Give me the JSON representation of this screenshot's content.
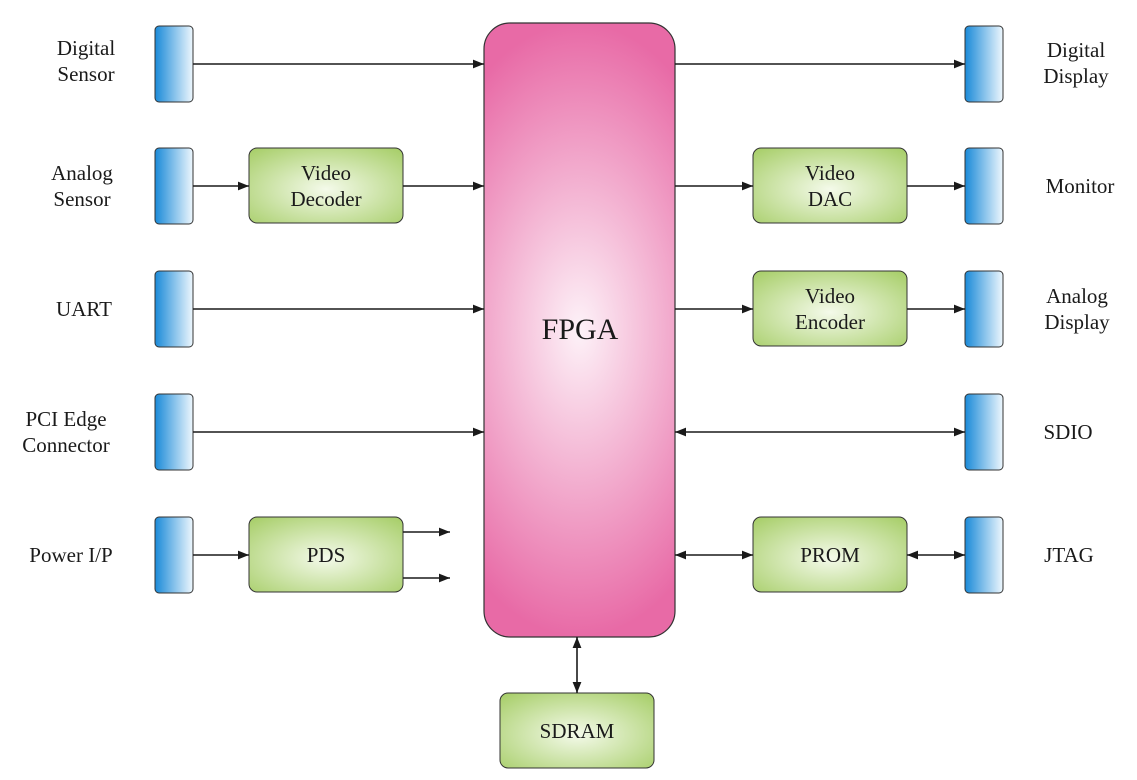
{
  "fpga": {
    "label": "FPGA"
  },
  "left": {
    "digital_sensor": [
      "Digital",
      "Sensor"
    ],
    "analog_sensor": [
      "Analog",
      "Sensor"
    ],
    "uart": [
      "UART"
    ],
    "pci": [
      "PCI Edge",
      "Connector"
    ],
    "power": [
      "Power I/P"
    ]
  },
  "right": {
    "digital_display": [
      "Digital",
      "Display"
    ],
    "monitor": [
      "Monitor"
    ],
    "analog_display": [
      "Analog",
      "Display"
    ],
    "sdio": [
      "SDIO"
    ],
    "jtag": [
      "JTAG"
    ]
  },
  "blocks": {
    "video_decoder": [
      "Video",
      "Decoder"
    ],
    "video_dac": [
      "Video",
      "DAC"
    ],
    "video_encoder": [
      "Video",
      "Encoder"
    ],
    "pds": [
      "PDS"
    ],
    "prom": [
      "PROM"
    ],
    "sdram": [
      "SDRAM"
    ]
  },
  "colors": {
    "fpga": "#e86aa6",
    "block": "#b5d67a",
    "connector": "#1a8ad8"
  }
}
